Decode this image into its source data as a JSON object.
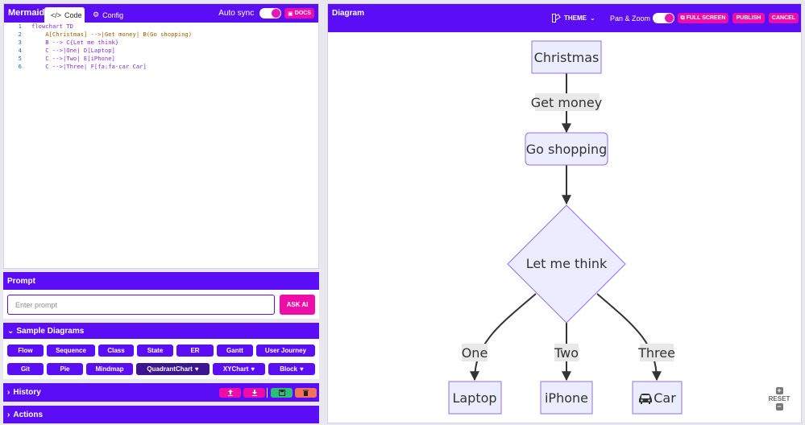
{
  "app": {
    "brand": "Mermaid"
  },
  "editor": {
    "tabs": [
      {
        "label": "Code"
      },
      {
        "label": "Config"
      }
    ],
    "autosync_label": "Auto sync",
    "docs_label": "DOCS",
    "code_lines": [
      {
        "num": "1",
        "text": "flowchart TD"
      },
      {
        "num": "2",
        "text": "    A[Christmas] -->|Get money| B(Go shopping)"
      },
      {
        "num": "3",
        "text": "    B --> C{Let me think}"
      },
      {
        "num": "4",
        "text": "    C -->|One| D[Laptop]"
      },
      {
        "num": "5",
        "text": "    C -->|Two| E[iPhone]"
      },
      {
        "num": "6",
        "text": "    C -->|Three| F[fa:fa-car Car]"
      }
    ]
  },
  "prompt": {
    "title": "Prompt",
    "placeholder": "Enter prompt",
    "ask_label": "ASK AI"
  },
  "samples": {
    "title": "Sample Diagrams",
    "items": [
      {
        "label": "Flow"
      },
      {
        "label": "Sequence"
      },
      {
        "label": "Class"
      },
      {
        "label": "State"
      },
      {
        "label": "ER"
      },
      {
        "label": "Gantt"
      },
      {
        "label": "User Journey"
      },
      {
        "label": "Git"
      },
      {
        "label": "Pie"
      },
      {
        "label": "Mindmap"
      },
      {
        "label": "QuadrantChart"
      },
      {
        "label": "XYChart"
      },
      {
        "label": "Block"
      }
    ]
  },
  "history": {
    "title": "History"
  },
  "actions": {
    "title": "Actions"
  },
  "diagram": {
    "title": "Diagram",
    "theme_label": "THEME",
    "panzoom_label": "Pan & Zoom",
    "fullscreen_label": "FULL SCREEN",
    "publish_label": "PUBLISH",
    "cancel_label": "CANCEL",
    "reset_label": "RESET",
    "nodes": {
      "christmas": "Christmas",
      "go_shopping": "Go shopping",
      "let_me_think": "Let me think",
      "laptop": "Laptop",
      "iphone": "iPhone",
      "car": "Car"
    },
    "edges": {
      "get_money": "Get money",
      "one": "One",
      "two": "Two",
      "three": "Three"
    }
  },
  "colors": {
    "accent": "#5b0ef5",
    "pink": "#ef0ca8",
    "node_fill": "#ececff",
    "node_stroke": "#9370db"
  }
}
